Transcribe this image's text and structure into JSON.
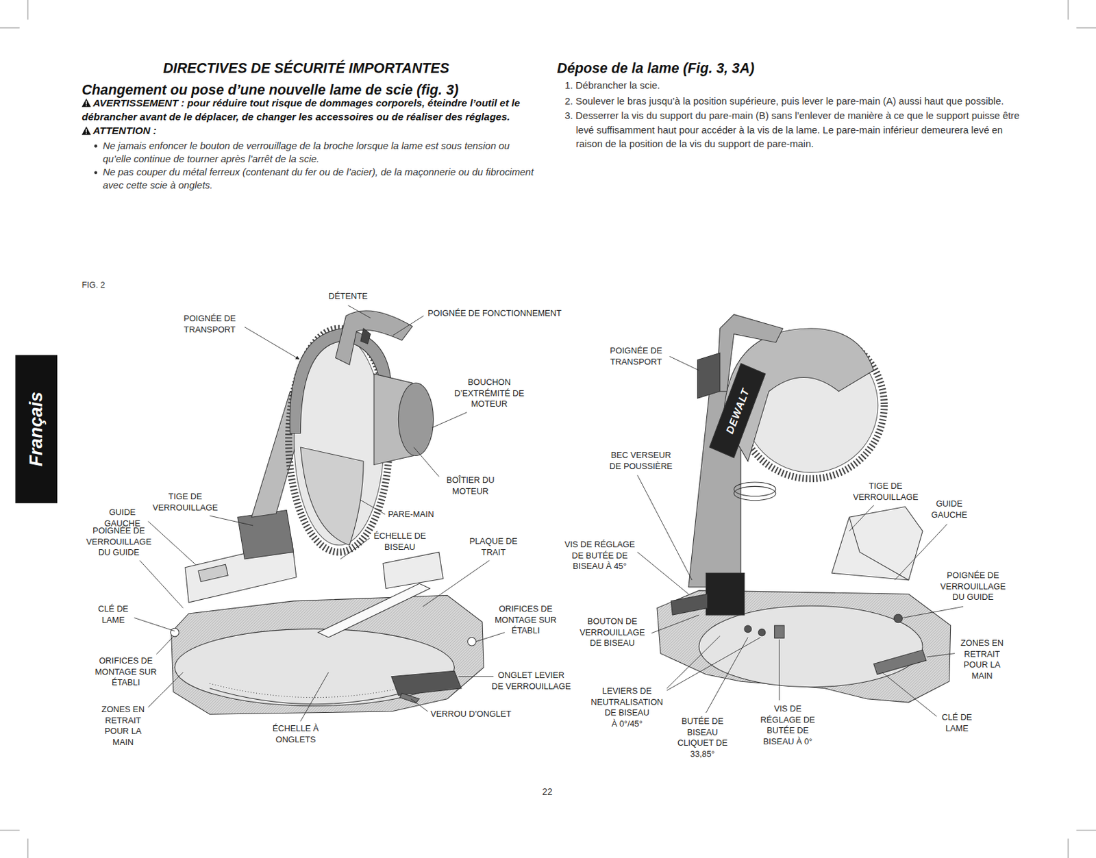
{
  "diagram": {
    "title": "DIRECTIVES DE SÉCURITÉ IMPORTANTES",
    "nodes": [
      {
        "text": [
          "Français"
        ]
      }
    ],
    "labels": [
      "Changement ou pose d’une nouvelle lame de scie (fig. 3)",
      "AVERTISSEMENT : pour réduire tout risque de dommages corporels, éteindre l’outil et le débrancher avant de le déplacer, de changer les accessoires ou de réaliser des réglages.",
      "ATTENTION :",
      "Ne jamais enfoncer le bouton de verrouillage de la broche lorsque la lame est sous tension ou qu’elle continue de tourner après l’arrêt de la scie.",
      "Ne pas couper du métal ferreux (contenant du fer ou de l’acier), de la maçonnerie ou du fibrociment avec cette scie à onglets.",
      "Dépose de la lame (Fig. 3, 3A)",
      "1. Débrancher la scie.",
      "2. Soulever le bras jusqu’à la position supérieure, puis lever le pare-main (A) aussi haut que possible.",
      "3. Desserrer la vis du support du pare-main (B) sans l’enlever de manière à ce que le support puisse être levé suffisamment haut pour accéder à la vis de la lame. Le pare-main inférieur demeurera levé en raison de la position de la vis du support de pare-main.",
      "FIG. 2",
      "DÉTENTE",
      "POIGNÉE DE TRANSPORT",
      "POIGNÉE DE FONCTIONNEMENT",
      "BOUCHON D’EXTRÉMITÉ DE MOTEUR",
      "BOÎTIER DU MOTEUR",
      "PARE-MAIN",
      "TIGE DE VERROUILLAGE",
      "GUIDE GAUCHE",
      "POIGNÉE DE VERROUILLAGE DU GUIDE",
      "ÉCHELLE DE BISEAU",
      "PLAQUE DE TRAIT",
      "CLÉ DE LAME",
      "ORIFICES DE MONTAGE SUR ÉTABLI",
      "ORIFICES DE MONTAGE SUR ÉTABLI",
      "ONGLET LEVIER DE VERROUILLAGE",
      "VERROU D’ONGLET",
      "ZONES EN RETRAIT POUR LA MAIN",
      "ÉCHELLE À ONGLETS",
      "DEWALT",
      "POIGNÉE DE TRANSPORT",
      "BEC VERSEUR DE POUSSIÈRE",
      "VIS DE RÉGLAGE DE BUTÉE DE BISEAU À 45°",
      "BOUTON DE VERROUILLAGE DE BISEAU",
      "LEVIERS DE NEUTRALISATION DE BISEAU À 0°/45°",
      "BUTÉE DE BISEAU CLIQUET DE 33,85°",
      "VIS DE RÉGLAGE DE BUTÉE DE BISEAU À 0°",
      "TIGE DE VERROUILLAGE",
      "GUIDE GAUCHE",
      "POIGNÉE DE VERROUILLAGE DU GUIDE",
      "ZONES EN RETRAIT POUR LA MAIN",
      "CLÉ DE LAME",
      "22"
    ]
  }
}
